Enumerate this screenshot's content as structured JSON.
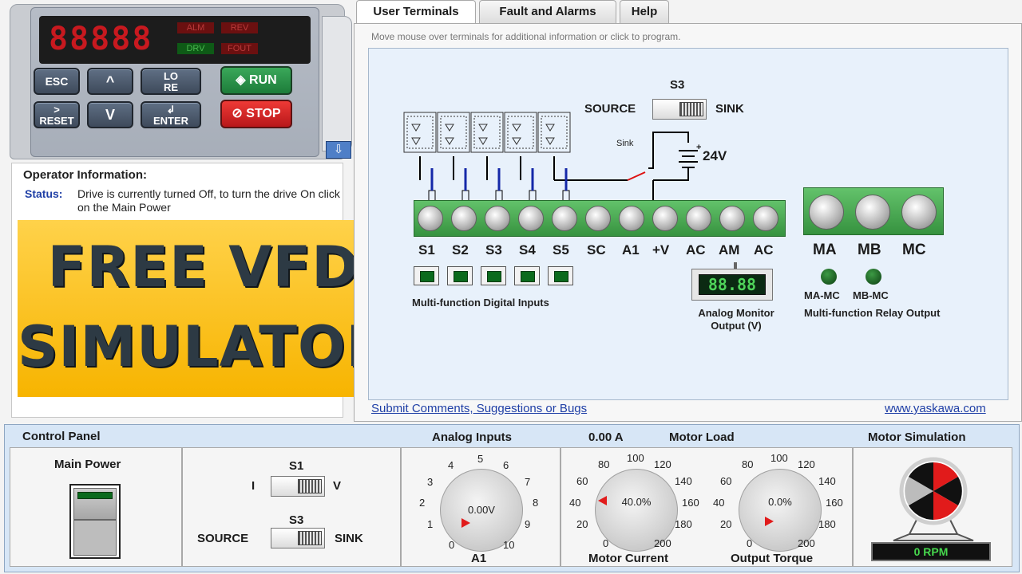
{
  "keypad": {
    "display": "88888",
    "indicators": [
      {
        "label": "ALM",
        "color": "#6b1010",
        "text": "#b93a3a"
      },
      {
        "label": "REV",
        "color": "#6b1010",
        "text": "#b93a3a"
      },
      {
        "label": "DRV",
        "color": "#0e5a16",
        "text": "#4ab84f"
      },
      {
        "label": "FOUT",
        "color": "#6b1010",
        "text": "#b93a3a"
      }
    ],
    "buttons": {
      "esc": "ESC",
      "up": "^",
      "local_top": "LO",
      "local_bottom": "RE",
      "run": "RUN",
      "reset": "RESET",
      "down": "V",
      "enter": "ENTER",
      "stop": "STOP"
    },
    "down_arrow": "⇩"
  },
  "operator_info": {
    "title": "Operator Information:",
    "status_label": "Status:",
    "status_text": "Drive is currently turned Off, to turn the drive On click on the Main Power"
  },
  "banner": {
    "line1": "FREE VFD",
    "line2": "SIMULATOR"
  },
  "tabs": [
    {
      "label": "User Terminals",
      "active": true
    },
    {
      "label": "Fault and Alarms",
      "active": false
    },
    {
      "label": "Help",
      "active": false
    }
  ],
  "terminals_panel": {
    "hint": "Move mouse over terminals for additional information or click to program.",
    "s3_label": "S3",
    "source_label": "SOURCE",
    "sink_label": "SINK",
    "sink_switch_label": "Sink",
    "voltage_label": "24V",
    "plus": "+",
    "terminal_labels": [
      "S1",
      "S2",
      "S3",
      "S4",
      "S5",
      "SC",
      "A1",
      "+V",
      "AC",
      "AM",
      "AC"
    ],
    "relay_labels": [
      "MA",
      "MB",
      "MC"
    ],
    "digital_inputs_caption": "Multi-function Digital Inputs",
    "analog_monitor_display": "88.88",
    "analog_monitor_caption_1": "Analog Monitor",
    "analog_monitor_caption_2": "Output (V)",
    "relay_led_labels": [
      "MA-MC",
      "MB-MC"
    ],
    "relay_caption": "Multi-function Relay Output",
    "submit_link": "Submit Comments, Suggestions or Bugs",
    "website_link": "www.yaskawa.com"
  },
  "control_panel": {
    "title": "Control Panel",
    "main_power_label": "Main Power",
    "s1_label": "S1",
    "s1_left": "I",
    "s1_right": "V",
    "s3_label": "S3",
    "s3_left": "SOURCE",
    "s3_right": "SINK",
    "analog_inputs_title": "Analog Inputs",
    "a1_value": "0.00V",
    "a1_ticks": [
      "0",
      "1",
      "2",
      "3",
      "4",
      "5",
      "6",
      "7",
      "8",
      "9",
      "10"
    ],
    "a1_label": "A1",
    "current_readout": "0.00 A",
    "motor_load_title": "Motor Load",
    "motor_current_value": "40.0%",
    "motor_current_label": "Motor Current",
    "output_torque_value": "0.0%",
    "output_torque_label": "Output Torque",
    "load_ticks": [
      "0",
      "20",
      "40",
      "60",
      "80",
      "100",
      "120",
      "140",
      "160",
      "180",
      "200"
    ],
    "motor_sim_title": "Motor Simulation",
    "rpm_readout": "0 RPM"
  }
}
